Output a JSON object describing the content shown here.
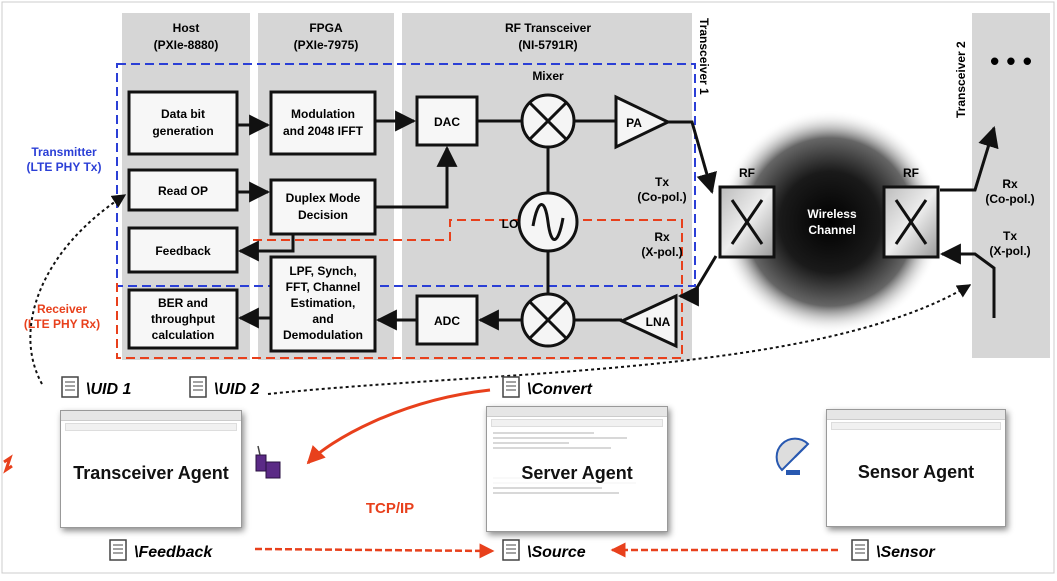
{
  "columns": {
    "host": {
      "title": "Host",
      "subtitle": "(PXIe-8880)"
    },
    "fpga": {
      "title": "FPGA",
      "subtitle": "(PXIe-7975)"
    },
    "rf": {
      "title": "RF Transceiver",
      "subtitle": "(NI-5791R)"
    }
  },
  "transceiver1_label": "Transceiver 1",
  "transceiver2_label": "Transceiver 2",
  "ellipsis": "• • •",
  "transmitter": {
    "line1": "Transmitter",
    "line2": "(LTE PHY Tx)"
  },
  "receiver": {
    "line1": "Receiver",
    "line2": "(LTE PHY Rx)"
  },
  "blocks": {
    "data_bit": [
      "Data bit",
      "generation"
    ],
    "read_op": [
      "Read OP"
    ],
    "feedback": [
      "Feedback"
    ],
    "ber": [
      "BER and",
      "throughput",
      "calculation"
    ],
    "modulation": [
      "Modulation",
      "and 2048 IFFT"
    ],
    "duplex": [
      "Duplex Mode",
      "Decision"
    ],
    "lpf": [
      "LPF, Synch,",
      "FFT, Channel",
      "Estimation,",
      "and",
      "Demodulation"
    ],
    "dac": "DAC",
    "adc": "ADC",
    "pa": "PA",
    "lna": "LNA"
  },
  "labels": {
    "mixer": "Mixer",
    "lo": "LO",
    "tx1": [
      "Tx",
      "(Co-pol.)"
    ],
    "rx1": [
      "Rx",
      "(X-pol.)"
    ],
    "rf_left": "RF",
    "rf_right": "RF",
    "channel": [
      "Wireless",
      "Channel"
    ],
    "rx2": [
      "Rx",
      "(Co-pol.)"
    ],
    "tx2": [
      "Tx",
      "(X-pol.)"
    ],
    "tcp": "TCP/IP"
  },
  "files": {
    "uid1": "\\UID 1",
    "uid2": "\\UID 2",
    "convert": "\\Convert",
    "feedback": "\\Feedback",
    "source": "\\Source",
    "sensor": "\\Sensor"
  },
  "agents": {
    "transceiver": "Transceiver Agent",
    "server": "Server Agent",
    "sensor": "Sensor Agent"
  },
  "colors": {
    "tx_blue": "#2b3fd6",
    "rx_red": "#e8401c",
    "column_gray": "#d6d6d6"
  }
}
